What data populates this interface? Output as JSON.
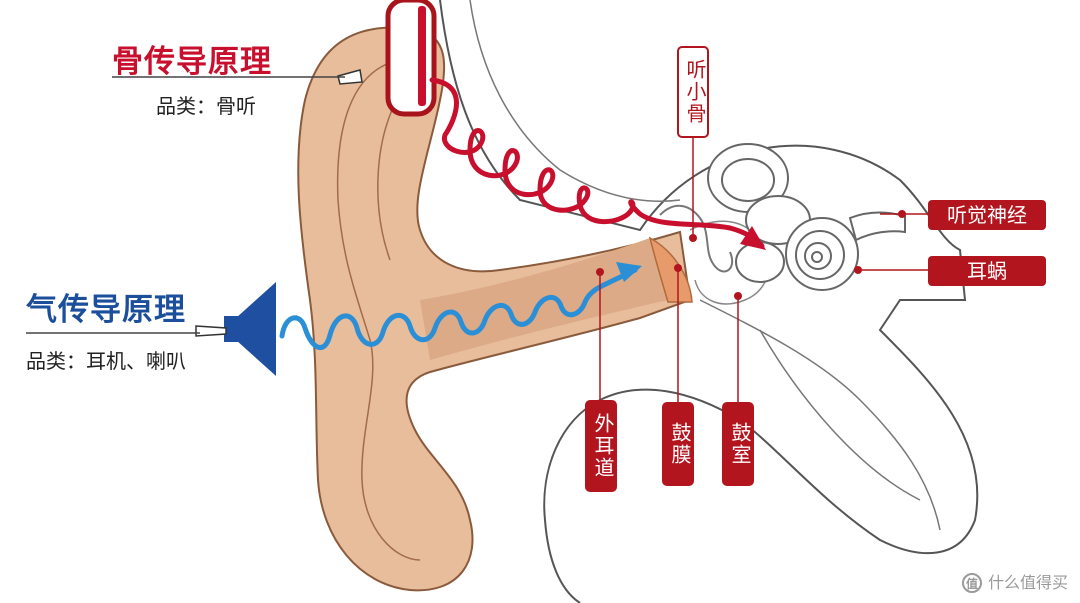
{
  "bone_conduction": {
    "title": "骨传导原理",
    "subtitle": "品类：骨听"
  },
  "air_conduction": {
    "title": "气传导原理",
    "subtitle": "品类：耳机、喇叭"
  },
  "labels": {
    "ossicles": "听小骨",
    "auditory_nerve": "听觉神经",
    "cochlea": "耳蜗",
    "ear_canal": "外耳道",
    "eardrum": "鼓膜",
    "tympanic_cavity": "鼓室"
  },
  "watermark": {
    "icon": "值",
    "text": "什么值得买"
  },
  "colors": {
    "bone_wave": "#c8102e",
    "air_wave": "#2a8fd6",
    "skin": "#e8bd9c",
    "label_red": "#b3151f",
    "air_title": "#1b4f9c",
    "speaker": "#1e4fa0"
  }
}
